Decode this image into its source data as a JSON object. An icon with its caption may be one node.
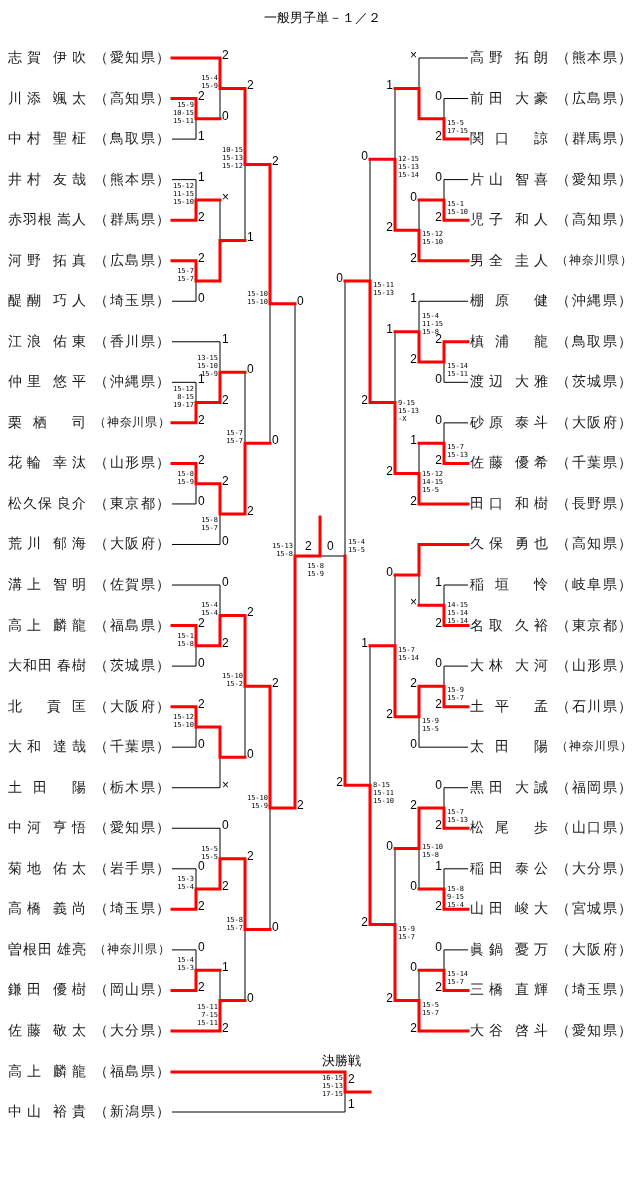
{
  "diagram": {
    "title": "一般男子単－１／２",
    "nodes": [
      {
        "text": [
          "志賀 伊吹",
          "（愛知県）"
        ]
      },
      {
        "text": [
          "川添 颯太",
          "（高知県）"
        ]
      },
      {
        "text": [
          "中村 聖柾",
          "（鳥取県）"
        ]
      },
      {
        "text": [
          "井村 友哉",
          "（熊本県）"
        ]
      },
      {
        "text": [
          "赤羽根 嵩人",
          "（群馬県）"
        ]
      },
      {
        "text": [
          "河野 拓真",
          "（広島県）"
        ]
      },
      {
        "text": [
          "醍醐 巧人",
          "（埼玉県）"
        ]
      },
      {
        "text": [
          "江浪 佑東",
          "（香川県）"
        ]
      },
      {
        "text": [
          "仲里 悠平",
          "（沖縄県）"
        ]
      },
      {
        "text": [
          "栗栖 司",
          "（神奈川県）"
        ]
      },
      {
        "text": [
          "花輪 幸汰",
          "（山形県）"
        ]
      },
      {
        "text": [
          "松久保 良介",
          "（東京都）"
        ]
      },
      {
        "text": [
          "荒川 郁海",
          "（大阪府）"
        ]
      },
      {
        "text": [
          "溝上 智明",
          "（佐賀県）"
        ]
      },
      {
        "text": [
          "高上 麟龍",
          "（福島県）"
        ]
      },
      {
        "text": [
          "大和田 春樹",
          "（茨城県）"
        ]
      },
      {
        "text": [
          "北 貢匡",
          "（大阪府）"
        ]
      },
      {
        "text": [
          "大和 達哉",
          "（千葉県）"
        ]
      },
      {
        "text": [
          "土田 陽",
          "（栃木県）"
        ]
      },
      {
        "text": [
          "中河 亨悟",
          "（愛知県）"
        ]
      },
      {
        "text": [
          "菊地 佑太",
          "（岩手県）"
        ]
      },
      {
        "text": [
          "高橋 義尚",
          "（埼玉県）"
        ]
      },
      {
        "text": [
          "曽根田 雄亮",
          "（神奈川県）"
        ]
      },
      {
        "text": [
          "鎌田 優樹",
          "（岡山県）"
        ]
      },
      {
        "text": [
          "佐藤 敬太",
          "（大分県）"
        ]
      },
      {
        "text": [
          "高野 拓朗",
          "（熊本県）"
        ]
      },
      {
        "text": [
          "前田 大豪",
          "（広島県）"
        ]
      },
      {
        "text": [
          "関口 諒",
          "（群馬県）"
        ]
      },
      {
        "text": [
          "片山 智喜",
          "（愛知県）"
        ]
      },
      {
        "text": [
          "児子 和人",
          "（高知県）"
        ]
      },
      {
        "text": [
          "男全 圭人",
          "（神奈川県）"
        ]
      },
      {
        "text": [
          "棚原 健",
          "（沖縄県）"
        ]
      },
      {
        "text": [
          "槙浦 龍",
          "（鳥取県）"
        ]
      },
      {
        "text": [
          "渡辺 大雅",
          "（茨城県）"
        ]
      },
      {
        "text": [
          "砂原 泰斗",
          "（大阪府）"
        ]
      },
      {
        "text": [
          "佐藤 優希",
          "（千葉県）"
        ]
      },
      {
        "text": [
          "田口 和樹",
          "（長野県）"
        ]
      },
      {
        "text": [
          "久保 勇也",
          "（高知県）"
        ]
      },
      {
        "text": [
          "稲垣 怜",
          "（岐阜県）"
        ]
      },
      {
        "text": [
          "名取 久裕",
          "（東京都）"
        ]
      },
      {
        "text": [
          "大林 大河",
          "（山形県）"
        ]
      },
      {
        "text": [
          "土平 孟",
          "（石川県）"
        ]
      },
      {
        "text": [
          "太田 陽",
          "（神奈川県）"
        ]
      },
      {
        "text": [
          "黒田 大誠",
          "（福岡県）"
        ]
      },
      {
        "text": [
          "松尾 歩",
          "（山口県）"
        ]
      },
      {
        "text": [
          "稲田 泰公",
          "（大分県）"
        ]
      },
      {
        "text": [
          "山田 峻大",
          "（宮城県）"
        ]
      },
      {
        "text": [
          "眞鍋 憂万",
          "（大阪府）"
        ]
      },
      {
        "text": [
          "三橋 直輝",
          "（埼玉県）"
        ]
      },
      {
        "text": [
          "大谷 啓斗",
          "（愛知県）"
        ]
      },
      {
        "text": [
          "高上 麟龍",
          "（福島県）"
        ]
      },
      {
        "text": [
          "中山 裕貴",
          "（新潟県）"
        ]
      }
    ],
    "labels": [
      "2",
      "1",
      "15-9 10-15 15-11",
      "2",
      "0",
      "15-4 15-9",
      "1",
      "2",
      "15-12 11-15 15-10",
      "2",
      "0",
      "15-7 15-7",
      "×",
      "2",
      "1",
      "10-15 15-13 15-12",
      "1",
      "2",
      "15-12 8-15 19-17",
      "1",
      "2",
      "13-15 15-10 15-9",
      "2",
      "0",
      "15-8 15-9",
      "2",
      "0",
      "15-8 15-7",
      "0",
      "2",
      "15-7 15-7",
      "2",
      "0",
      "15-10 15-10",
      "2",
      "0",
      "15-1 15-8",
      "0",
      "2",
      "15-4 15-4",
      "2",
      "0",
      "15-12 15-10",
      "×",
      "2",
      "0",
      "15-10 15-2",
      "0",
      "2",
      "15-3 15-4",
      "0",
      "2",
      "15-5 15-5",
      "0",
      "2",
      "15-4 15-3",
      "1",
      "2",
      "15-11 7-15 15-11",
      "2",
      "0",
      "15-8 15-7",
      "2",
      "0",
      "15-10 15-9",
      "0",
      "2",
      "15-13 15-8",
      "0",
      "2",
      "15-5 17-15",
      "×",
      "0",
      "2",
      "15-1 15-10",
      "0",
      "2",
      "15-12 15-10",
      "1",
      "2",
      "12-15 15-13 15-14",
      "2",
      "0",
      "15-14 15-11",
      "1",
      "2",
      "15-4 11-15 15-8",
      "0",
      "2",
      "15-7 15-13",
      "1",
      "2",
      "15-12 14-15 15-5",
      "1",
      "2",
      "9-15 15-13 -X",
      "0",
      "2",
      "15-11 15-13",
      "1",
      "2",
      "14-15 15-14 15-14",
      "×",
      "0",
      "2",
      "15-9 15-7",
      "2",
      "0",
      "15-9 15-5",
      "0",
      "2",
      "15-7 15-14",
      "0",
      "2",
      "15-7 15-13",
      "1",
      "2",
      "15-8 9-15 15-4",
      "2",
      "0",
      "15-10 15-8",
      "0",
      "2",
      "15-14 15-7",
      "0",
      "2",
      "15-5 15-7",
      "0",
      "2",
      "15-9 15-7",
      "1",
      "2",
      "8-15 15-11 15-10",
      "0",
      "2",
      "15-4 15-5",
      "2",
      "0",
      "15-8 15-9",
      "2",
      "1",
      "16-15 15-13 17-15",
      "決勝戦"
    ]
  }
}
